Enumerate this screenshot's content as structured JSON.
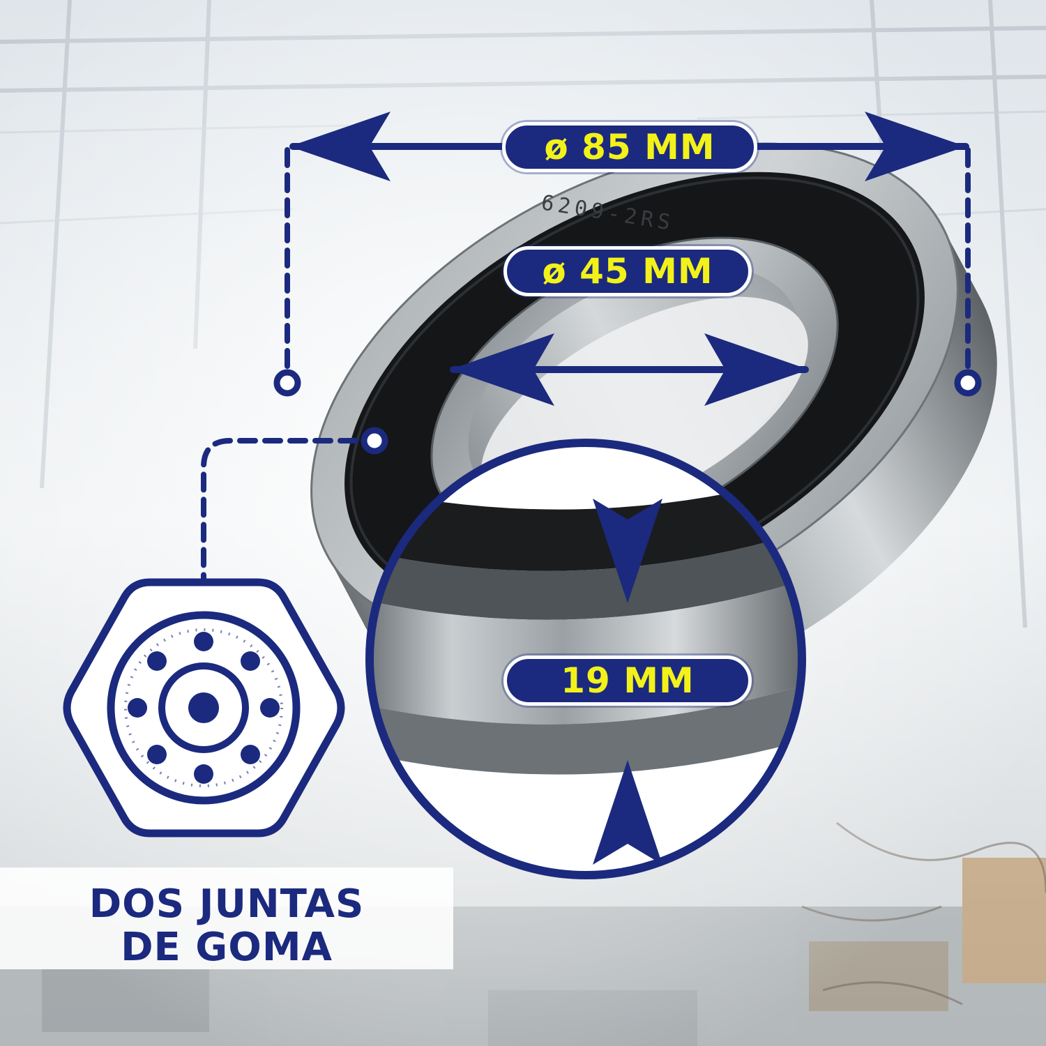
{
  "dimensions": {
    "outer_diameter": "ø 85 MM",
    "inner_diameter": "ø 45 MM",
    "width": "19 MM"
  },
  "bearing_marking": "6209-2RS",
  "feature": {
    "line1": "DOS JUNTAS",
    "line2": "DE GOMA",
    "icon": "bearing-icon"
  },
  "colors": {
    "brand_blue": "#1b2a7e",
    "label_yellow": "#f2f21a",
    "background": "#e9edf0"
  }
}
